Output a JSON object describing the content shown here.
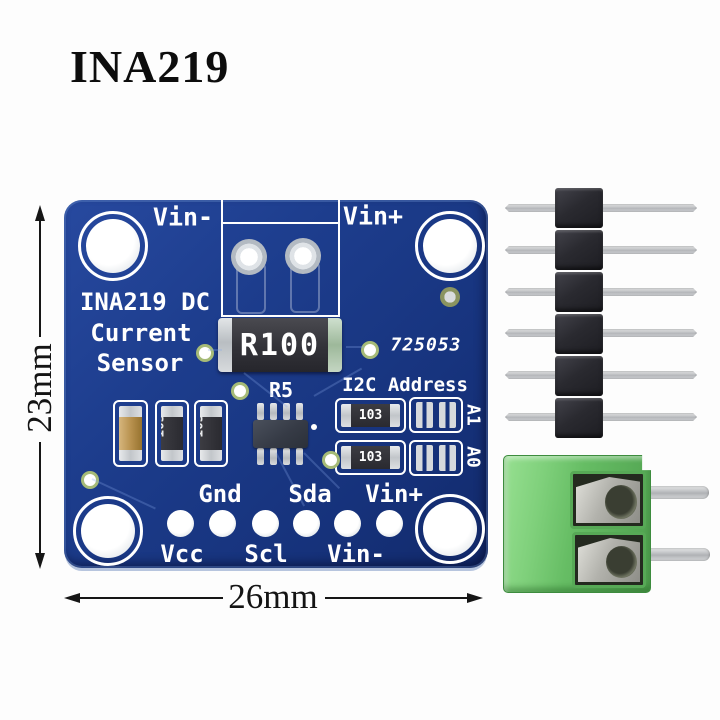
{
  "title": "INA219",
  "dimensions": {
    "height_label": "23mm",
    "width_label": "26mm"
  },
  "board": {
    "top_labels": {
      "vin_minus": "Vin-",
      "vin_plus": "Vin+"
    },
    "description_lines": [
      "INA219 DC",
      "Current",
      "Sensor"
    ],
    "shunt_label": "R100",
    "serial": "725053",
    "ic_label": "R5",
    "i2c_section": {
      "title": "I2C Address",
      "jumpers": [
        {
          "label": "A1",
          "resistor": "103"
        },
        {
          "label": "A0",
          "resistor": "103"
        }
      ]
    },
    "smd_resistors": [
      "103",
      "103"
    ],
    "pin_labels_top": [
      "Gnd",
      "Sda",
      "Vin+"
    ],
    "pin_labels_bottom": [
      "Vcc",
      "Scl",
      "Vin-"
    ]
  },
  "colors": {
    "background": "#fdfdfd",
    "board_blue": "#1c3b87",
    "silkscreen": "#ffffff",
    "header_black": "#26262b",
    "terminal_green": "#6cc26c",
    "dimension_ink": "#161616"
  }
}
